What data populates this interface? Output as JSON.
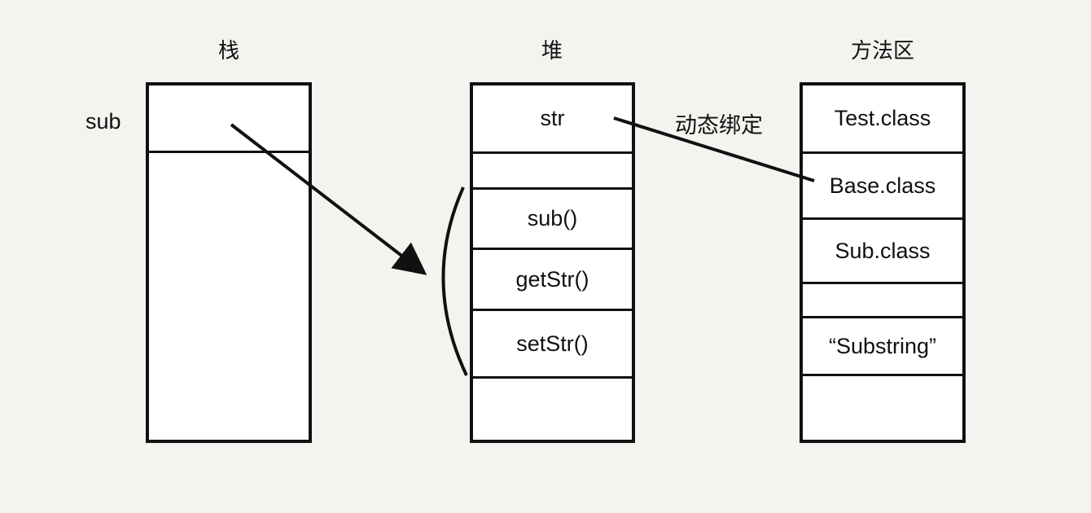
{
  "columns": {
    "stack": {
      "title": "栈",
      "var_label": "sub"
    },
    "heap": {
      "title": "堆",
      "cells": [
        "str",
        "",
        "sub()",
        "getStr()",
        "setStr()",
        ""
      ]
    },
    "method_area": {
      "title": "方法区",
      "cells": [
        "Test.class",
        "Base.class",
        "Sub.class",
        "",
        "“Substring”",
        ""
      ]
    }
  },
  "annotations": {
    "binding": "动态绑定"
  }
}
